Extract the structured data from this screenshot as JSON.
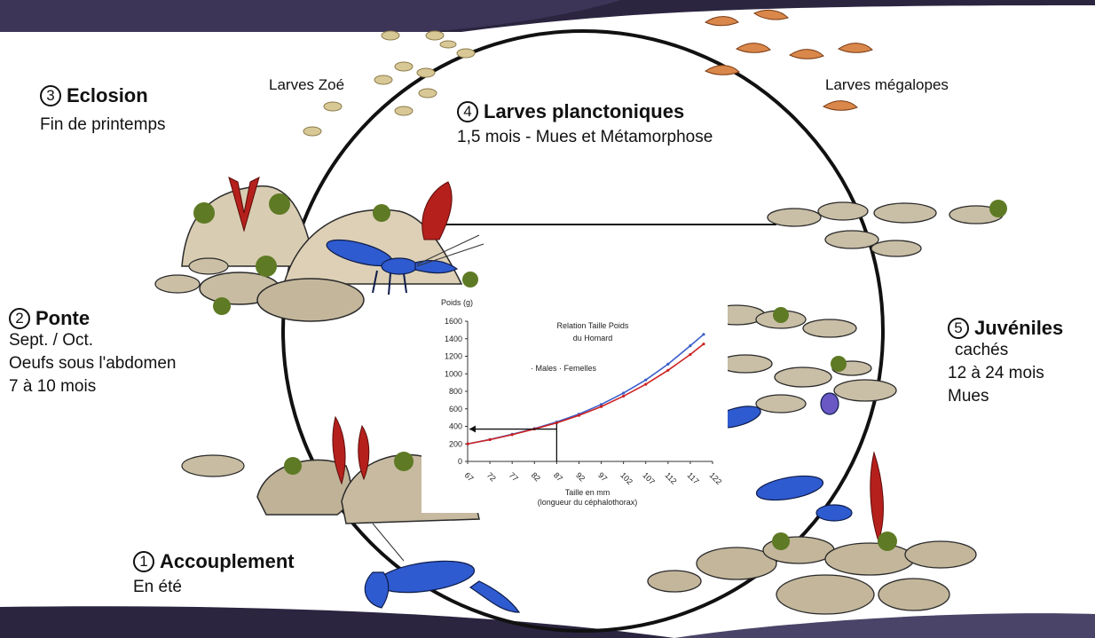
{
  "stages": [
    {
      "num": "1",
      "title": "Accouplement",
      "lines": [
        "En été"
      ]
    },
    {
      "num": "2",
      "title": "Ponte",
      "lines": [
        "Sept. / Oct.",
        "Oeufs sous l'abdomen",
        "7 à 10 mois"
      ]
    },
    {
      "num": "3",
      "title": "Eclosion",
      "lines": [
        "Fin de printemps"
      ]
    },
    {
      "num": "4",
      "title": "Larves planctoniques",
      "lines": [
        "1,5 mois - Mues et Métamorphose"
      ]
    },
    {
      "num": "5",
      "title": "Juvéniles",
      "lines": [
        "cachés",
        "12 à 24 mois",
        "Mues"
      ]
    }
  ],
  "larvae": {
    "zoe": "Larves Zoé",
    "megalopes": "Larves mégalopes"
  },
  "colors": {
    "band": "#2b2540",
    "lobster": "#2f5bd0",
    "seaweed": "#b5201c",
    "rock": "#cbbfa6",
    "algae": "#5e7a24",
    "male_series": "#3a5fc9",
    "female_series": "#cc2222"
  },
  "chart_data": {
    "type": "scatter",
    "title": "Relation Taille Poids du Homard",
    "ylabel": "Poids (g)",
    "xlabel": "Taille en mm",
    "xlabel_note": "(longueur du céphalothorax)",
    "xlim": [
      67,
      122
    ],
    "ylim": [
      0,
      1600
    ],
    "x_ticks": [
      67,
      72,
      77,
      82,
      87,
      92,
      97,
      102,
      107,
      112,
      117,
      122
    ],
    "y_ticks": [
      0,
      200,
      400,
      600,
      800,
      1000,
      1200,
      1400,
      1600
    ],
    "legend_position": "upper-left",
    "series": [
      {
        "name": "Males",
        "x": [
          67,
          72,
          77,
          82,
          87,
          92,
          97,
          102,
          107,
          112,
          117,
          120
        ],
        "y": [
          200,
          250,
          310,
          375,
          450,
          540,
          650,
          780,
          930,
          1110,
          1320,
          1450
        ]
      },
      {
        "name": "Femelles",
        "x": [
          67,
          72,
          77,
          82,
          87,
          92,
          97,
          102,
          107,
          112,
          117,
          120
        ],
        "y": [
          200,
          248,
          305,
          370,
          440,
          525,
          625,
          745,
          880,
          1040,
          1220,
          1340
        ]
      }
    ],
    "annotation": {
      "x": 87,
      "y": 430
    }
  }
}
